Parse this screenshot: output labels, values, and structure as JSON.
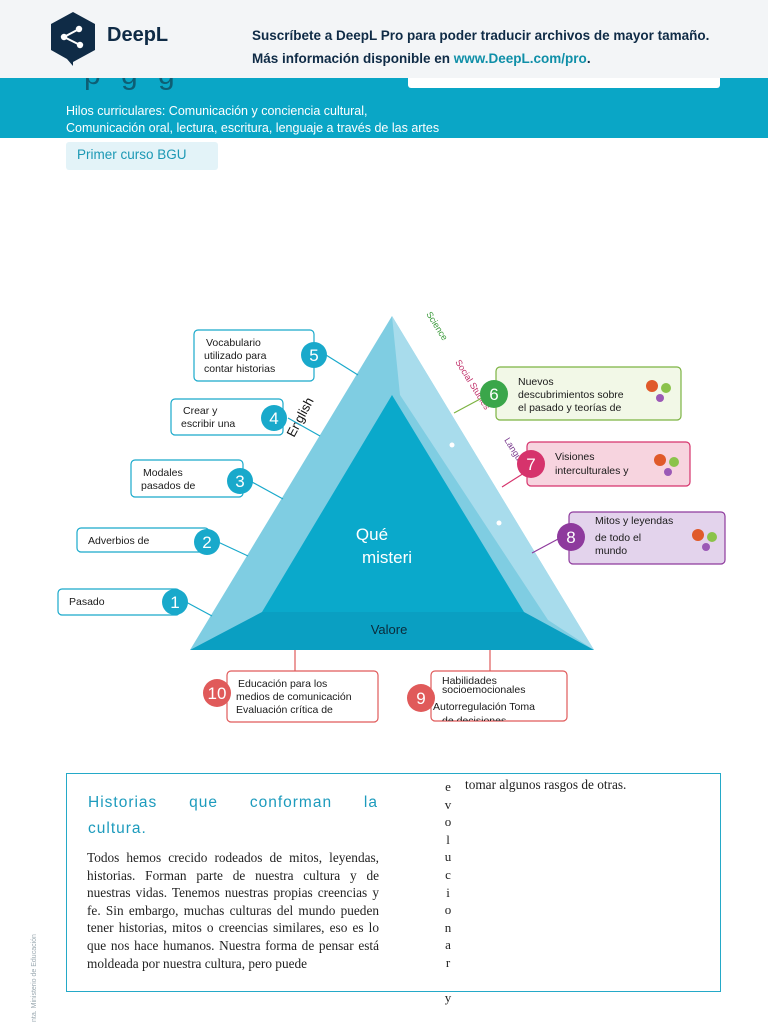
{
  "banner": {
    "logo_text": "DeepL",
    "promo_line1": "Suscríbete a DeepL Pro para poder traducir archivos de mayor tamaño.",
    "promo_line2_prefix": "Más información disponible en ",
    "promo_url": "www.DeepL.com/pro",
    "promo_line2_suffix": "."
  },
  "header": {
    "title_fragment": "p    g    g",
    "threads_line1": "Hilos curriculares: Comunicación y conciencia cultural,",
    "threads_line2": "Comunicación oral, lectura, escritura, lenguaje a través de las artes",
    "course_chip": "Primer curso BGU"
  },
  "diagram": {
    "center_line1": "Qué",
    "center_line2": "misteri",
    "base_label": "Valore",
    "side_label": "English",
    "subjects": [
      "Science",
      "Social Studies",
      "Language"
    ],
    "left_items": [
      {
        "number": "5",
        "lines": [
          "Vocabulario",
          "utilizado para",
          "contar historias"
        ]
      },
      {
        "number": "4",
        "lines": [
          "Crear y",
          "escribir una"
        ]
      },
      {
        "number": "3",
        "lines": [
          "Modales",
          "pasados de"
        ]
      },
      {
        "number": "2",
        "lines": [
          "Adverbios de"
        ]
      },
      {
        "number": "1",
        "lines": [
          "Pasado"
        ]
      }
    ],
    "right_items": [
      {
        "number": "6",
        "lines": [
          "Nuevos",
          "descubrimientos sobre",
          "el pasado y teorías de"
        ]
      },
      {
        "number": "7",
        "lines": [
          "Visiones",
          "interculturales y"
        ]
      },
      {
        "number": "8",
        "lines": [
          "Mitos y leyendas",
          "de todo el",
          "mundo"
        ]
      }
    ],
    "bottom_items": [
      {
        "number": "10",
        "lines": [
          "Educación para los",
          "medios de comunicación",
          "Evaluación crítica de"
        ]
      },
      {
        "number": "9",
        "lines": [
          "Habilidades",
          "socioemocionales",
          "Autorregulación Toma",
          "de decisiones"
        ]
      }
    ],
    "colors": {
      "triangle_light": "#7fcde2",
      "triangle_dark": "#0aa9cb",
      "blue_number": "#19a9cb",
      "green": "#7cb342",
      "pink": "#d6336c",
      "purple": "#8e3a9d",
      "red": "#e05a5a"
    }
  },
  "article": {
    "title_line1": "Historias que conforman la",
    "title_line2": "cultura.",
    "body": "Todos hemos crecido rodeados de mitos, leyendas, historias. Forman parte de nuestra cultura y de nuestras vidas. Tenemos nuestras propias creencias y fe. Sin embargo, muchas culturas del mundo pueden tener historias, mitos o creencias similares, eso es lo que nos hace humanos. Nuestra forma de pensar está moldeada por nuestra cultura, pero puede",
    "vertical_letters": [
      "e",
      "v",
      "o",
      "l",
      "u",
      "c",
      "i",
      "o",
      "n",
      "a",
      "r",
      "",
      "y"
    ],
    "right_text": "tomar algunos rasgos de otras."
  },
  "side_note": "nta. Ministerio de Educación"
}
